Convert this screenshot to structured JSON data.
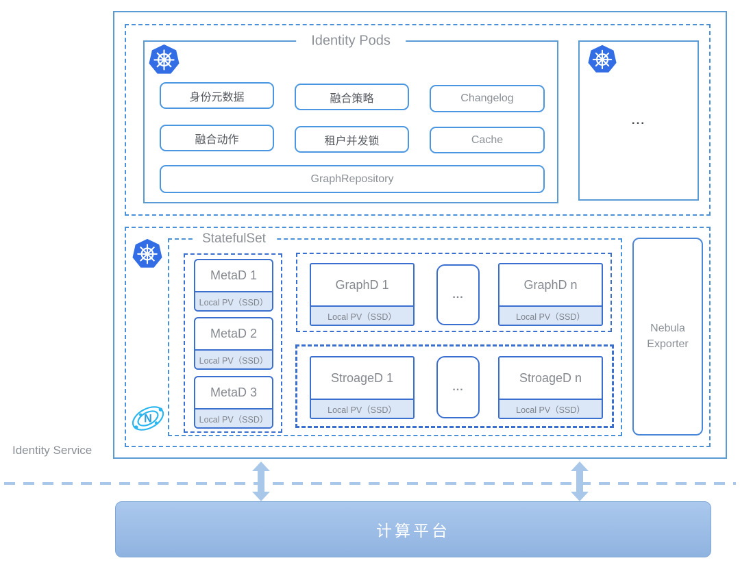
{
  "colors": {
    "outer_border": "#5b9bd5",
    "dashed_blue": "#4a90d9",
    "pod_border_blue": "#3a6fd0",
    "button_border_blue": "#4a96e0",
    "k8s_blue": "#326de6",
    "nebula_cyan": "#29b6f0",
    "pv_fill": "#dbe7f7",
    "platform_fill_top": "#abc8ed",
    "platform_fill_bottom": "#8fb3e0",
    "arrow": "#a9c7e9",
    "text_gray": "#8a8f96",
    "text_dark": "#55595f",
    "platform_text": "#ffffff"
  },
  "identity_service": {
    "label": "Identity Service"
  },
  "identity_pods": {
    "title": "Identity Pods",
    "buttons": [
      {
        "label": "身份元数据"
      },
      {
        "label": "融合策略"
      },
      {
        "label": "Changelog"
      },
      {
        "label": "融合动作"
      },
      {
        "label": "租户并发锁"
      },
      {
        "label": "Cache"
      },
      {
        "label": "GraphRepository"
      }
    ],
    "replica": {
      "ellipsis": "..."
    }
  },
  "stateful_set": {
    "title": "StatefulSet",
    "metad": {
      "pods": [
        {
          "name": "MetaD 1",
          "pv": "Local PV（SSD）"
        },
        {
          "name": "MetaD 2",
          "pv": "Local PV（SSD）"
        },
        {
          "name": "MetaD 3",
          "pv": "Local PV（SSD）"
        }
      ]
    },
    "graphd": {
      "first": {
        "name": "GraphD 1",
        "pv": "Local PV（SSD）"
      },
      "ellipsis": "...",
      "last": {
        "name": "GraphD n",
        "pv": "Local PV（SSD）"
      }
    },
    "stroaged": {
      "first": {
        "name": "StroageD 1",
        "pv": "Local PV（SSD）"
      },
      "ellipsis": "...",
      "last": {
        "name": "StroageD n",
        "pv": "Local PV（SSD）"
      }
    }
  },
  "nebula_exporter": {
    "line1": "Nebula",
    "line2": "Exporter"
  },
  "platform": {
    "label": "计算平台"
  },
  "icons": {
    "kubernetes": "kubernetes-logo",
    "nebula": "nebula-graph-logo"
  }
}
